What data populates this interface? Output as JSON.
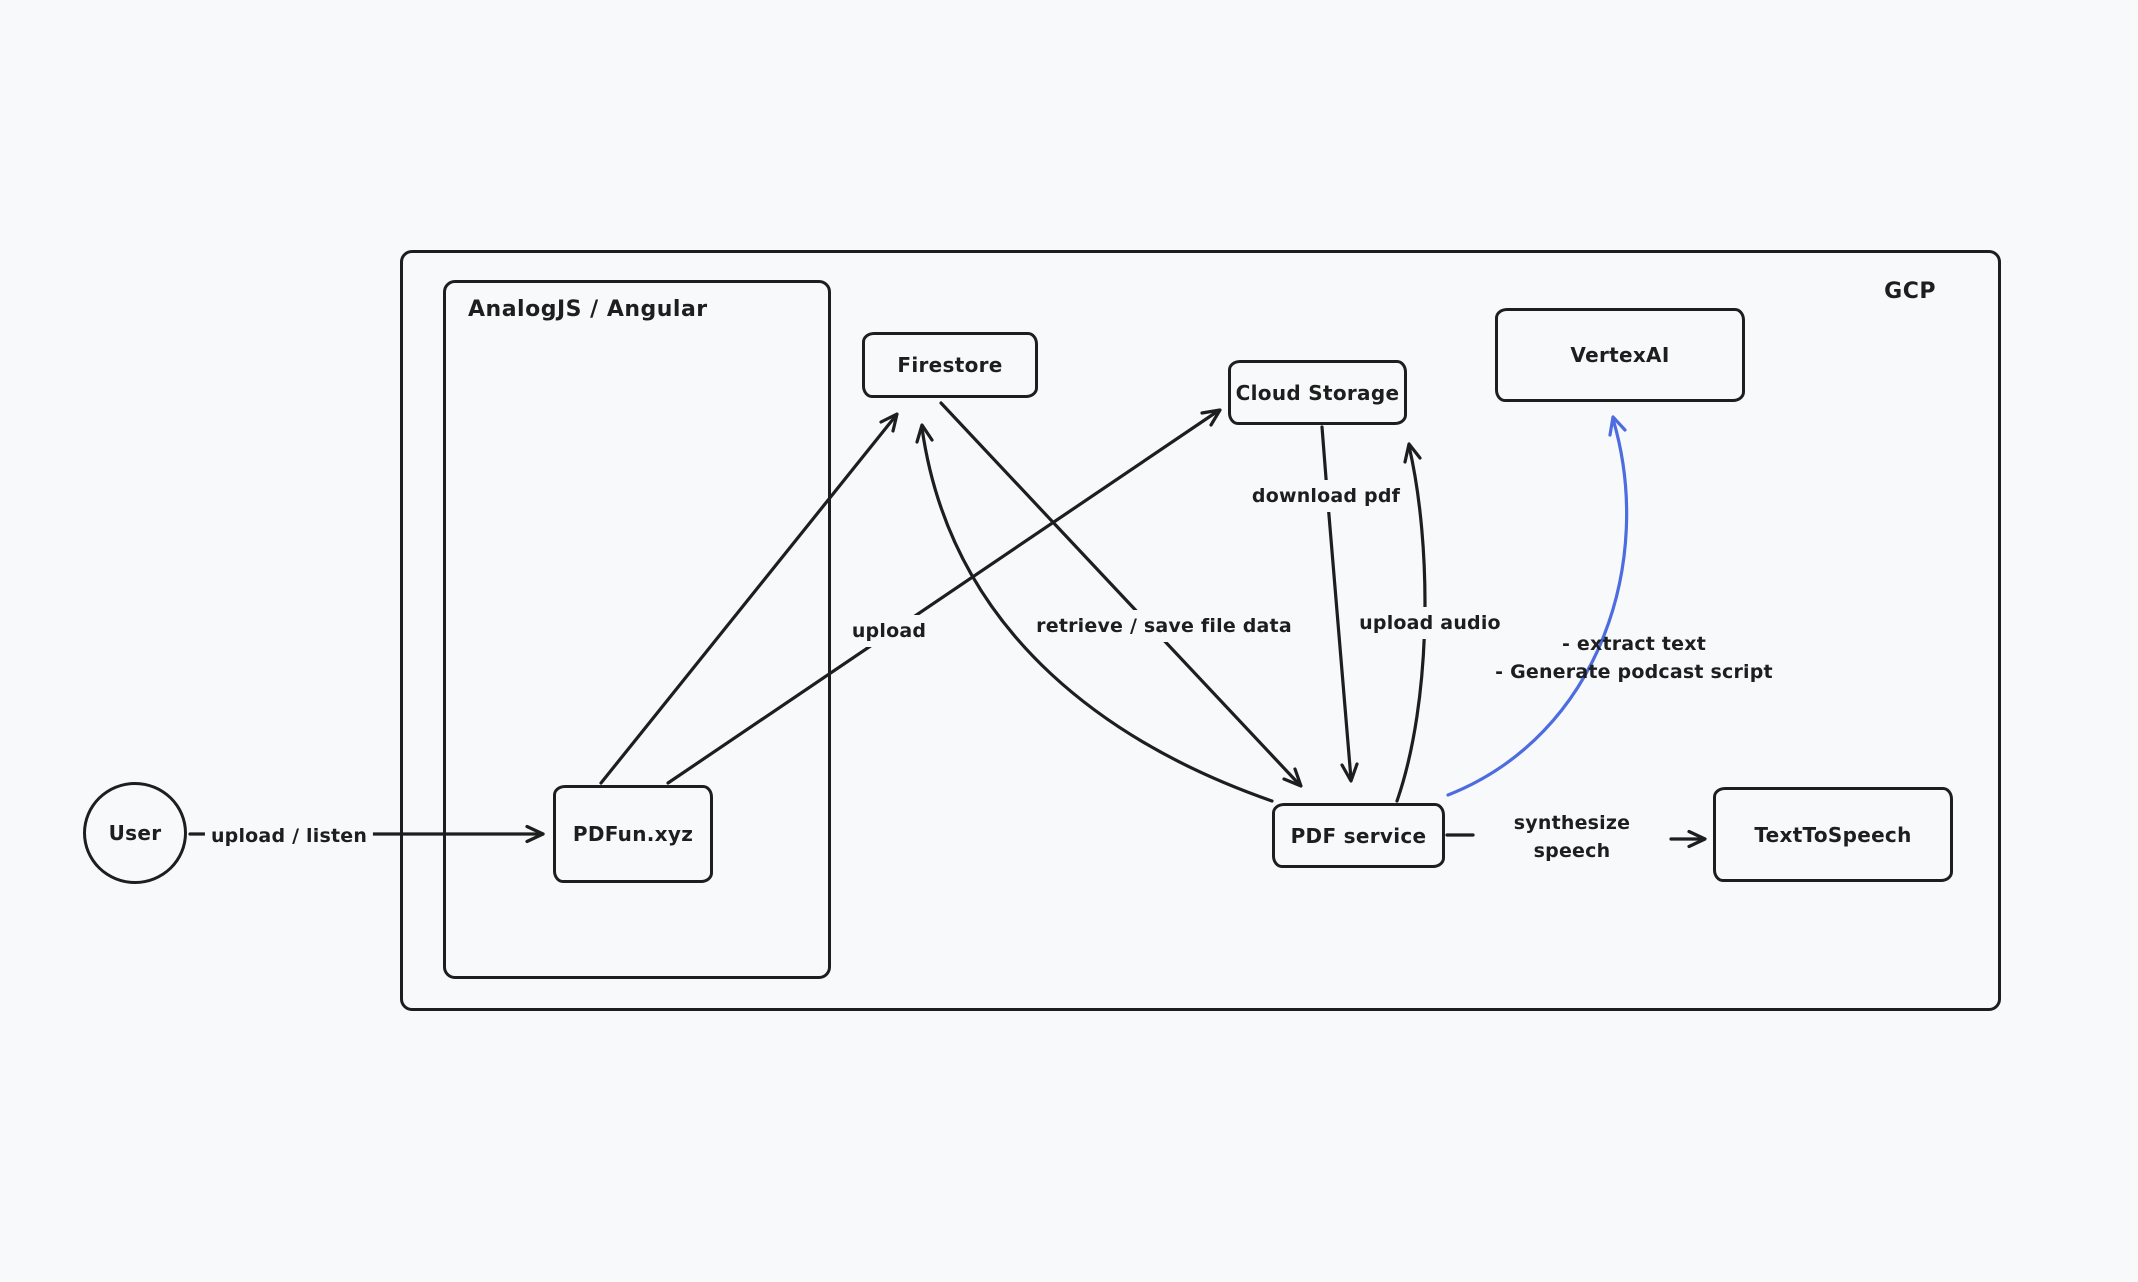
{
  "diagram": {
    "background_color": "#f8f9fa",
    "stroke_color": "#1e1e1e",
    "accent_blue": "#4c6ce0",
    "groups": {
      "gcp": {
        "label": "GCP"
      },
      "frontend": {
        "label": "AnalogJS / Angular"
      }
    },
    "nodes": {
      "user": {
        "label": "User"
      },
      "pdfun": {
        "label": "PDFun.xyz"
      },
      "firestore": {
        "label": "Firestore"
      },
      "cloud_storage": {
        "label": "Cloud Storage"
      },
      "vertexai": {
        "label": "VertexAI"
      },
      "pdf_service": {
        "label": "PDF service"
      },
      "texttospeech": {
        "label": "TextToSpeech"
      }
    },
    "edge_labels": {
      "upload_listen": "upload / listen",
      "upload": "upload",
      "retrieve_save": "retrieve / save file data",
      "download_pdf": "download pdf",
      "upload_audio": "upload audio",
      "vertexai_task_1": "- extract text",
      "vertexai_task_2": "- Generate podcast script",
      "synthesize_line_1": "synthesize",
      "synthesize_line_2": "speech"
    }
  }
}
